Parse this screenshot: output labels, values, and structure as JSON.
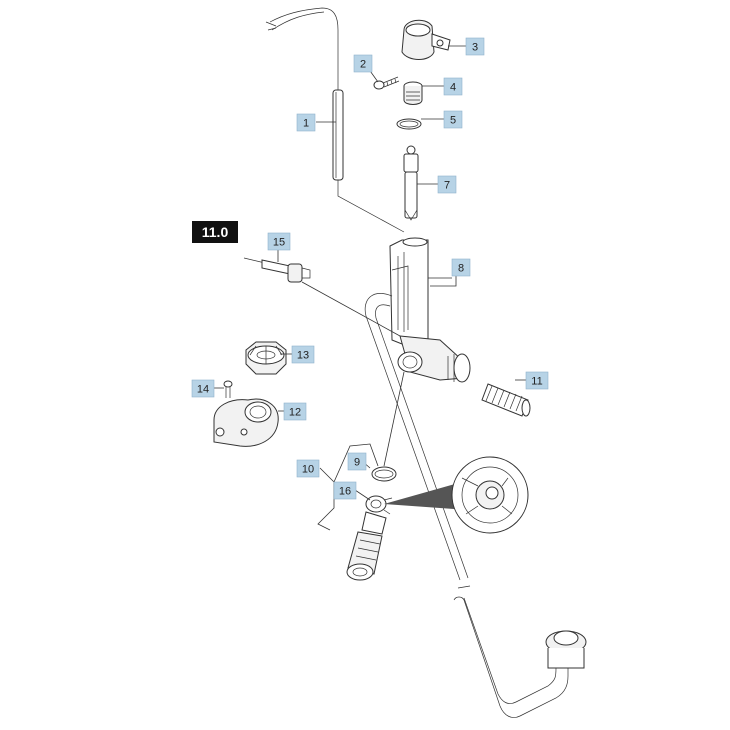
{
  "section": {
    "label": "11.0"
  },
  "callouts": [
    {
      "id": "1",
      "text": "1"
    },
    {
      "id": "2",
      "text": "2"
    },
    {
      "id": "3",
      "text": "3"
    },
    {
      "id": "4",
      "text": "4"
    },
    {
      "id": "5",
      "text": "5"
    },
    {
      "id": "7",
      "text": "7"
    },
    {
      "id": "8",
      "text": "8"
    },
    {
      "id": "9",
      "text": "9"
    },
    {
      "id": "10",
      "text": "10"
    },
    {
      "id": "11",
      "text": "11"
    },
    {
      "id": "12",
      "text": "12"
    },
    {
      "id": "13",
      "text": "13"
    },
    {
      "id": "14",
      "text": "14"
    },
    {
      "id": "15",
      "text": "15"
    },
    {
      "id": "16",
      "text": "16"
    }
  ],
  "colors": {
    "callout_fill": "#b7d3e6",
    "section_fill": "#111111",
    "line": "#333333"
  }
}
